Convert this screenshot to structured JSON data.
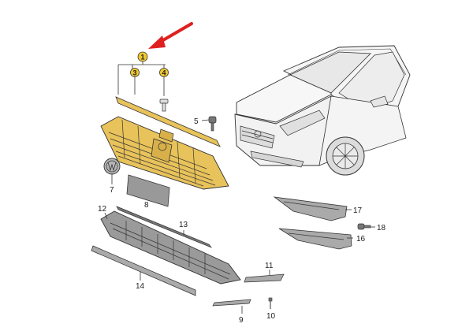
{
  "labels": {
    "callout_1": "1",
    "callout_3": "3",
    "callout_4": "4",
    "part_5": "5",
    "part_7": "7",
    "part_8": "8",
    "part_9": "9",
    "part_10": "10",
    "part_11": "11",
    "part_12": "12",
    "part_13": "13",
    "part_14": "14",
    "part_16": "16",
    "part_17": "17",
    "part_18": "18"
  },
  "colors": {
    "highlight_fill": "#e8c25a",
    "callout_fill": "#f0c830",
    "arrow_red": "#e02020",
    "line_dark": "#333333",
    "part_gray": "#8a8a8a"
  }
}
